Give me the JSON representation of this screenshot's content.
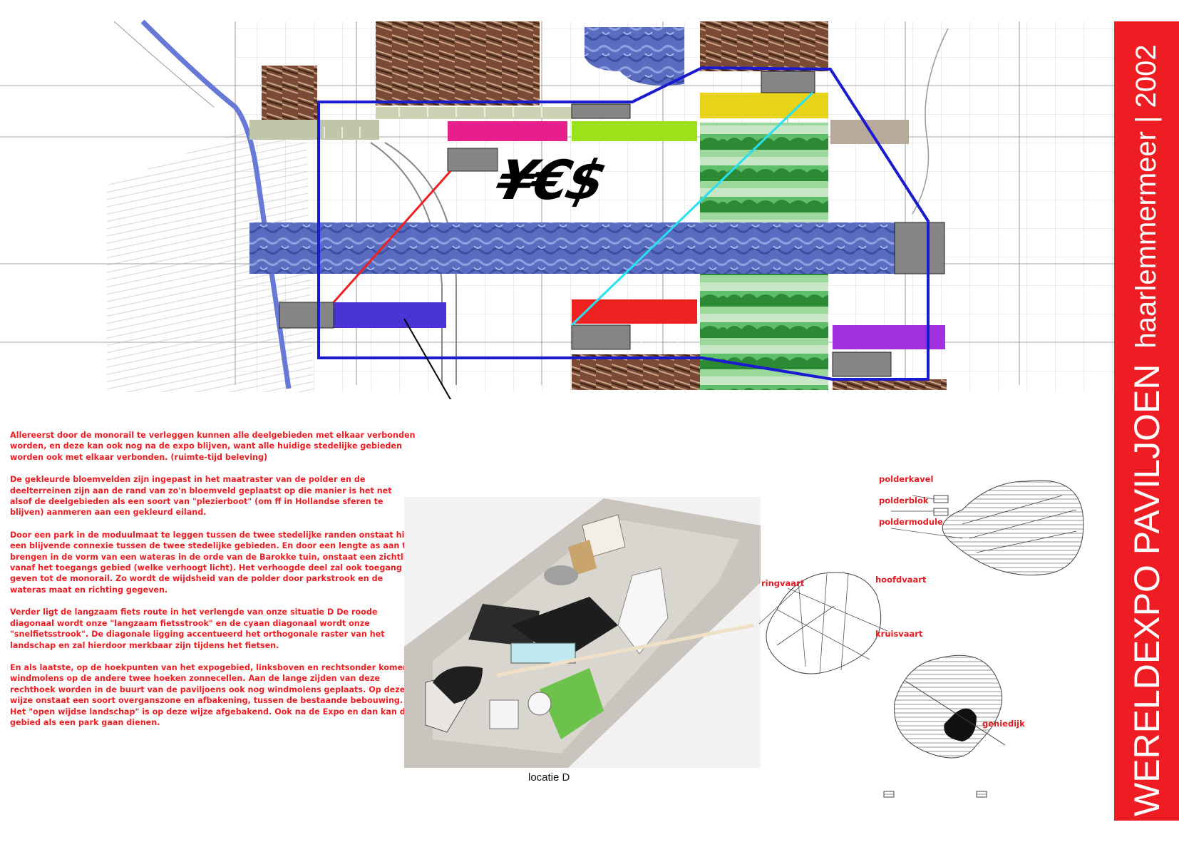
{
  "main_title": "WERELDEXPO PAVILJOEN",
  "subtitle": "haarlemmermeer | 2002",
  "map_slogan": "¥€$",
  "description": [
    "Allereerst door de monorail te verleggen kunnen alle deelgebieden met elkaar verbonden worden, en deze kan ook nog na de expo blijven, want alle huidige stedelijke gebieden worden ook met elkaar verbonden. (ruimte-tijd beleving)",
    "De gekleurde bloemvelden zijn ingepast in het maatraster van de polder en de deelterreinen zijn aan de rand van zo'n bloemveld geplaatst op die manier is het net alsof de deelgebieden als een soort van \"plezierboot\" (om ff in Hollandse sferen te blijven) aanmeren aan een gekleurd eiland.",
    "Door een park in de moduulmaat te leggen tussen de twee stedelijke randen onstaat hier een blijvende connexie tussen de twee stedelijke gebieden. En door een lengte as aan te brengen in de vorm van een wateras in de orde van de Barokke tuin, onstaat een zichtlijn vanaf het toegangs gebied (welke verhoogt licht). Het verhoogde deel zal ook toegang geven tot de monorail. Zo wordt de wijdsheid van de polder door parkstrook en de wateras maat en richting gegeven.",
    "Verder ligt de langzaam fiets route in het verlengde van onze situatie D De roode diagonaal wordt onze \"langzaam fietsstrook\" en de cyaan diagonaal wordt onze \"snelfietsstrook\". De diagonale ligging accentueerd het orthogonale raster van het landschap en zal hierdoor merkbaar zijn tijdens het fietsen.",
    "En als laatste, op de hoekpunten van het expogebied, linksboven en rechtsonder komen windmolens op de andere twee hoeken zonnecellen. Aan de lange zijden van deze rechthoek worden in de buurt van de paviljoens ook nog windmolens geplaats. Op deze wijze onstaat een soort overganszone en afbakening, tussen de bestaande bebouwing. Het \"open wijdse landschap\" is op deze wijze afgebakend. Ook na de Expo en dan kan dit gebied als een park gaan dienen."
  ],
  "photo_caption": "locatie D",
  "diagram_labels": {
    "polderkavel": "polderkavel",
    "polderblok": "polderblok",
    "poldermodule": "poldermodule",
    "hoofdvaart": "hoofdvaart",
    "ringvaart": "ringvaart",
    "kruisvaart": "kruisvaart",
    "geniedijk": "geniedijk"
  },
  "colors": {
    "accent_red": "#ee1d24",
    "boundary_blue": "#1a1ad0",
    "water_blue": "#5b6fc2",
    "magenta": "#e61f8c",
    "lime": "#9be21a",
    "yellow": "#e6d31a",
    "indigo": "#4a34d6",
    "red": "#ee2020",
    "violet": "#a030e0",
    "cyan": "#27e0f0",
    "pavilion_grey": "#858585"
  }
}
